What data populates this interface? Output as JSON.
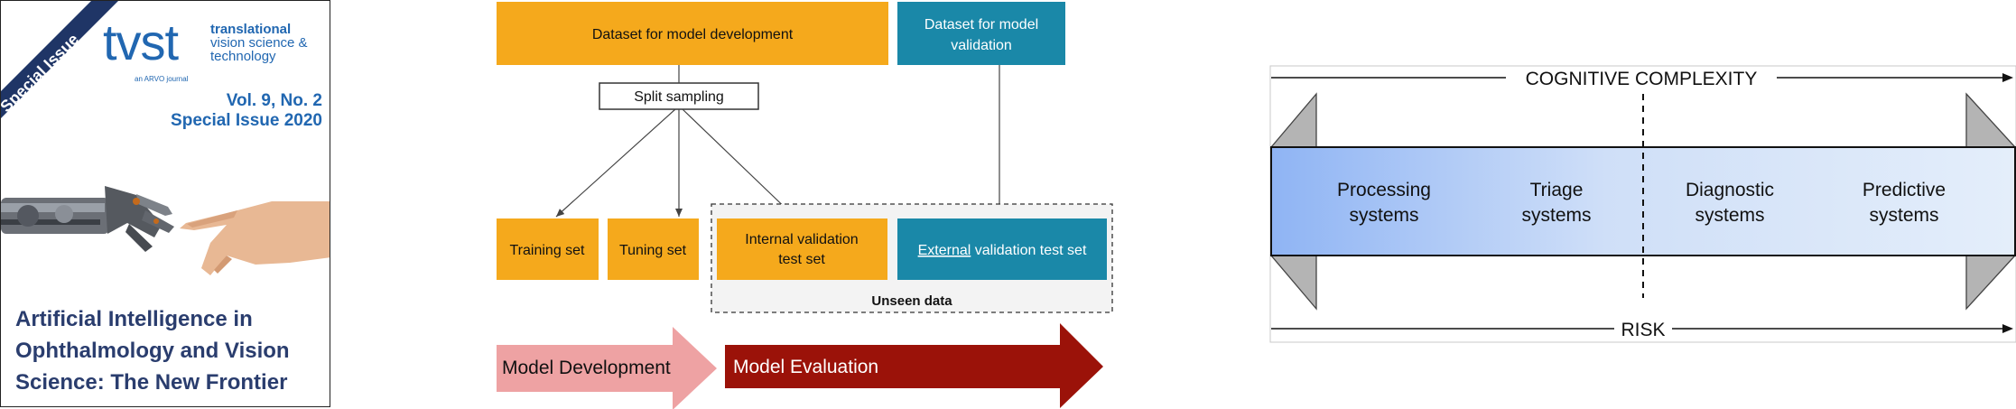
{
  "cover": {
    "ribbon": "Special Issue",
    "logo": "tvst",
    "logo_sub": "an ARVO journal",
    "journal_lines": [
      "translational",
      "vision science &",
      "technology"
    ],
    "volume": "Vol. 9, No. 2",
    "issue": "Special Issue 2020",
    "title_lines": [
      "Artificial Intelligence in",
      "Ophthalmology and Vision",
      "Science: The New Frontier"
    ]
  },
  "flow": {
    "dev_dataset": "Dataset for model development",
    "val_dataset_lines": [
      "Dataset for model",
      "validation"
    ],
    "split": "Split sampling",
    "training": "Training set",
    "tuning": "Tuning set",
    "internal_lines": [
      "Internal validation",
      "test set"
    ],
    "external_word": "External",
    "external_rest": " validation test set",
    "unseen": "Unseen data",
    "model_dev": "Model Development",
    "model_eval": "Model Evaluation",
    "colors": {
      "orange": "#f5a91c",
      "teal": "#1a88a8",
      "pink": "#eea2a3",
      "darkred": "#9b1209"
    }
  },
  "spectrum": {
    "top_label": "COGNITIVE COMPLEXITY",
    "bottom_label": "RISK",
    "systems": [
      {
        "lines": [
          "Processing",
          "systems"
        ]
      },
      {
        "lines": [
          "Triage",
          "systems"
        ]
      },
      {
        "lines": [
          "Diagnostic",
          "systems"
        ]
      },
      {
        "lines": [
          "Predictive",
          "systems"
        ]
      }
    ],
    "colors": {
      "left": "#8fb4f4",
      "right": "#e4eefa",
      "grey": "#b4b4b4"
    }
  }
}
